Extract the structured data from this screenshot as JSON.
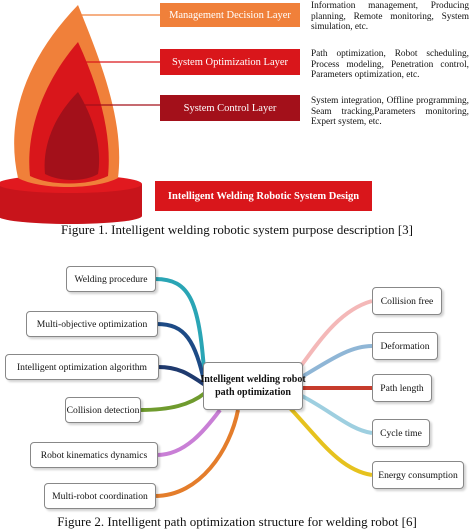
{
  "figure1": {
    "layers": [
      {
        "label": "Management Decision Layer",
        "color": "#f0803a",
        "description": "Information management, Producing planning, Remote monitoring, System simulation, etc."
      },
      {
        "label": "System Optimization Layer",
        "color": "#d9161b",
        "description": "Path optimization, Robot scheduling, Process modeling, Penetration control, Parameters optimization, etc."
      },
      {
        "label": "System Control Layer",
        "color": "#a3101a",
        "description": "System integration, Offline programming, Seam tracking,Parameters monitoring, Expert system, etc."
      }
    ],
    "base_label": "Intelligent Welding Robotic System Design",
    "caption": "Figure 1. Intelligent welding robotic system purpose description [3]"
  },
  "figure2": {
    "center": {
      "line1": "Intelligent welding robot",
      "line2": "path optimization"
    },
    "left_nodes": [
      {
        "label": "Welding procedure",
        "color": "#2aa5b5"
      },
      {
        "label": "Multi-objective optimization",
        "color": "#1d4b86"
      },
      {
        "label": "Intelligent optimization algorithm",
        "color": "#1f3a6e"
      },
      {
        "label": "Collision detection",
        "color": "#6f9b2e"
      },
      {
        "label": "Robot kinematics dynamics",
        "color": "#c97fd6"
      },
      {
        "label": "Multi-robot coordination",
        "color": "#e47d2b"
      }
    ],
    "right_nodes": [
      {
        "label": "Collision free",
        "color": "#f4b8b8"
      },
      {
        "label": "Deformation",
        "color": "#8fb6d6"
      },
      {
        "label": "Path length",
        "color": "#c63b2c"
      },
      {
        "label": "Cycle time",
        "color": "#9ecfe0"
      },
      {
        "label": "Energy consumption",
        "color": "#e6c21e"
      }
    ],
    "caption": "Figure 2. Intelligent path optimization structure for welding robot [6]"
  }
}
